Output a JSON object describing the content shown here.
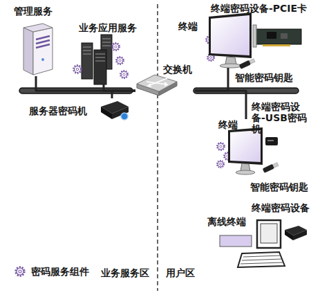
{
  "diagram": {
    "nodes": [
      {
        "text": [
          "管理服务"
        ]
      },
      {
        "text": [
          "业务应用服务"
        ]
      },
      {
        "text": [
          "终端密码设备-PCIE卡"
        ]
      },
      {
        "text": [
          "终端"
        ]
      },
      {
        "text": [
          "交换机"
        ]
      },
      {
        "text": [
          "智能密码钥匙"
        ]
      },
      {
        "text": [
          "服务器密码机"
        ]
      },
      {
        "text": [
          "终端密码设备-USB密码机"
        ]
      },
      {
        "text": [
          "终端"
        ]
      },
      {
        "text": [
          "智能密码钥匙"
        ]
      },
      {
        "text": [
          "终端密码设备"
        ]
      },
      {
        "text": [
          "离线终端"
        ]
      }
    ],
    "edges": [
      {
        "from": 0,
        "to": 4,
        "arrow": "none"
      },
      {
        "from": 1,
        "to": 4,
        "arrow": "none"
      },
      {
        "from": 6,
        "to": 4,
        "arrow": "none"
      },
      {
        "from": 4,
        "to": 3,
        "arrow": "none"
      },
      {
        "from": 4,
        "to": 8,
        "arrow": "none"
      }
    ],
    "labels": [
      "业务服务区",
      "用户区"
    ],
    "legend": [
      {
        "text": "密码服务组件"
      }
    ]
  }
}
